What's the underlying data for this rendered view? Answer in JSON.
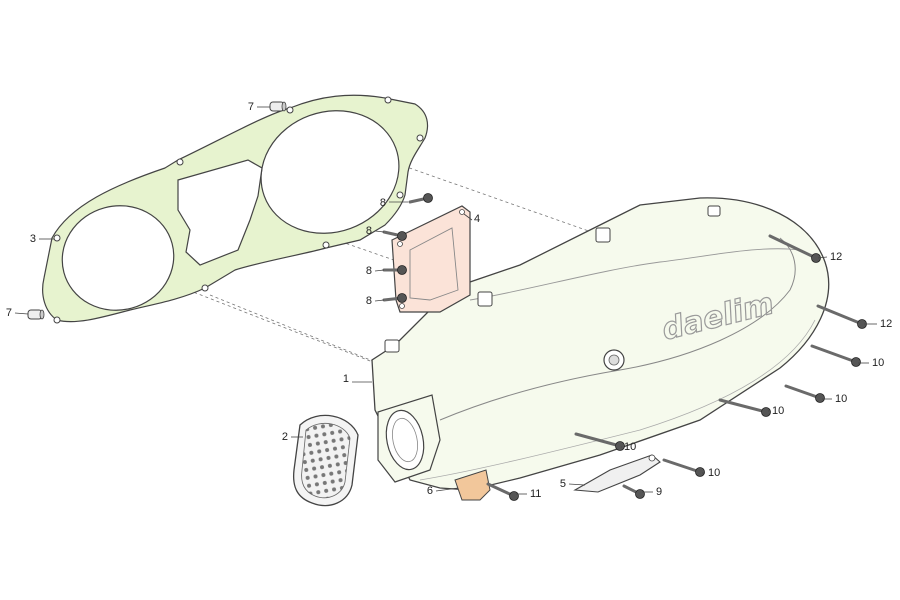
{
  "colors": {
    "gasket_fill": "#e7f3cf",
    "cover_fill": "#f6faed",
    "plate_fill": "#fbe3d8",
    "bolt_fill": "#6a6a6a",
    "line": "#444444"
  },
  "logo_text": "daelim",
  "callouts": [
    {
      "id": "1",
      "label": "1"
    },
    {
      "id": "2",
      "label": "2"
    },
    {
      "id": "3",
      "label": "3"
    },
    {
      "id": "4",
      "label": "4"
    },
    {
      "id": "5",
      "label": "5"
    },
    {
      "id": "6",
      "label": "6"
    },
    {
      "id": "7a",
      "label": "7"
    },
    {
      "id": "7b",
      "label": "7"
    },
    {
      "id": "8a",
      "label": "8"
    },
    {
      "id": "8b",
      "label": "8"
    },
    {
      "id": "8c",
      "label": "8"
    },
    {
      "id": "8d",
      "label": "8"
    },
    {
      "id": "9",
      "label": "9"
    },
    {
      "id": "10a",
      "label": "10"
    },
    {
      "id": "10b",
      "label": "10"
    },
    {
      "id": "10c",
      "label": "10"
    },
    {
      "id": "10d",
      "label": "10"
    },
    {
      "id": "10e",
      "label": "10"
    },
    {
      "id": "11",
      "label": "11"
    },
    {
      "id": "12a",
      "label": "12"
    },
    {
      "id": "12b",
      "label": "12"
    }
  ]
}
